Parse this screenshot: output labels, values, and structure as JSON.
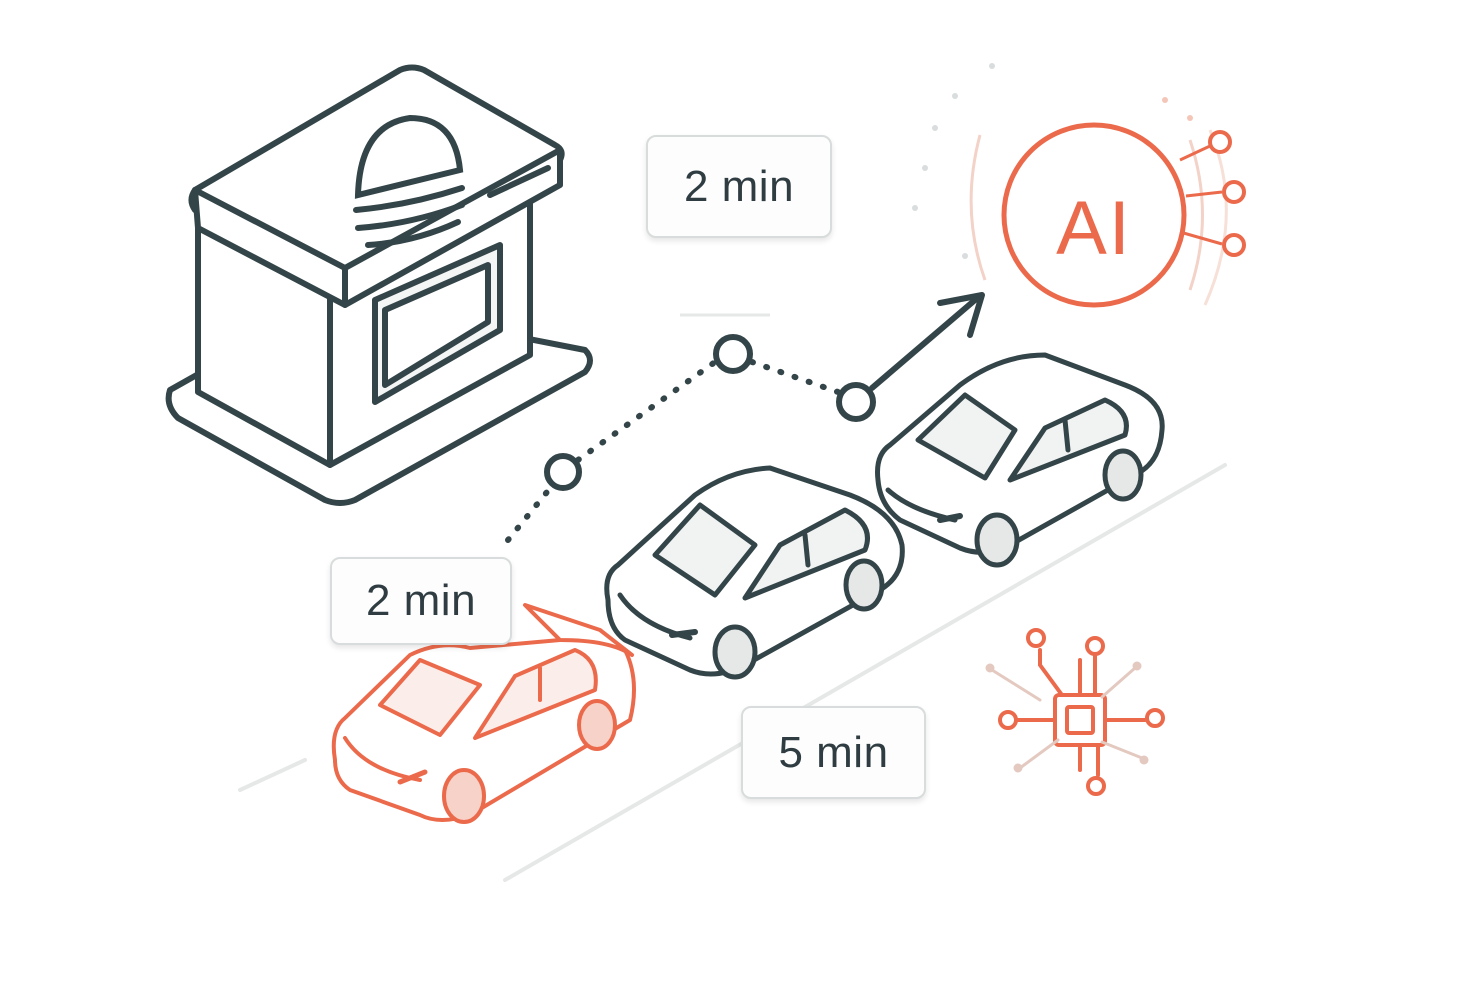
{
  "labels": {
    "top_time": "2 min",
    "left_time": "2 min",
    "bottom_time": "5 min",
    "ai": "AI"
  },
  "icons": [
    "restaurant-building-icon",
    "burger-icon",
    "car-icon",
    "ai-circle-icon",
    "chip-icon",
    "route-arrow-icon"
  ],
  "colors": {
    "stroke": "#344549",
    "accent": "#ec6a4c",
    "fill_light": "#f1f2f2"
  }
}
